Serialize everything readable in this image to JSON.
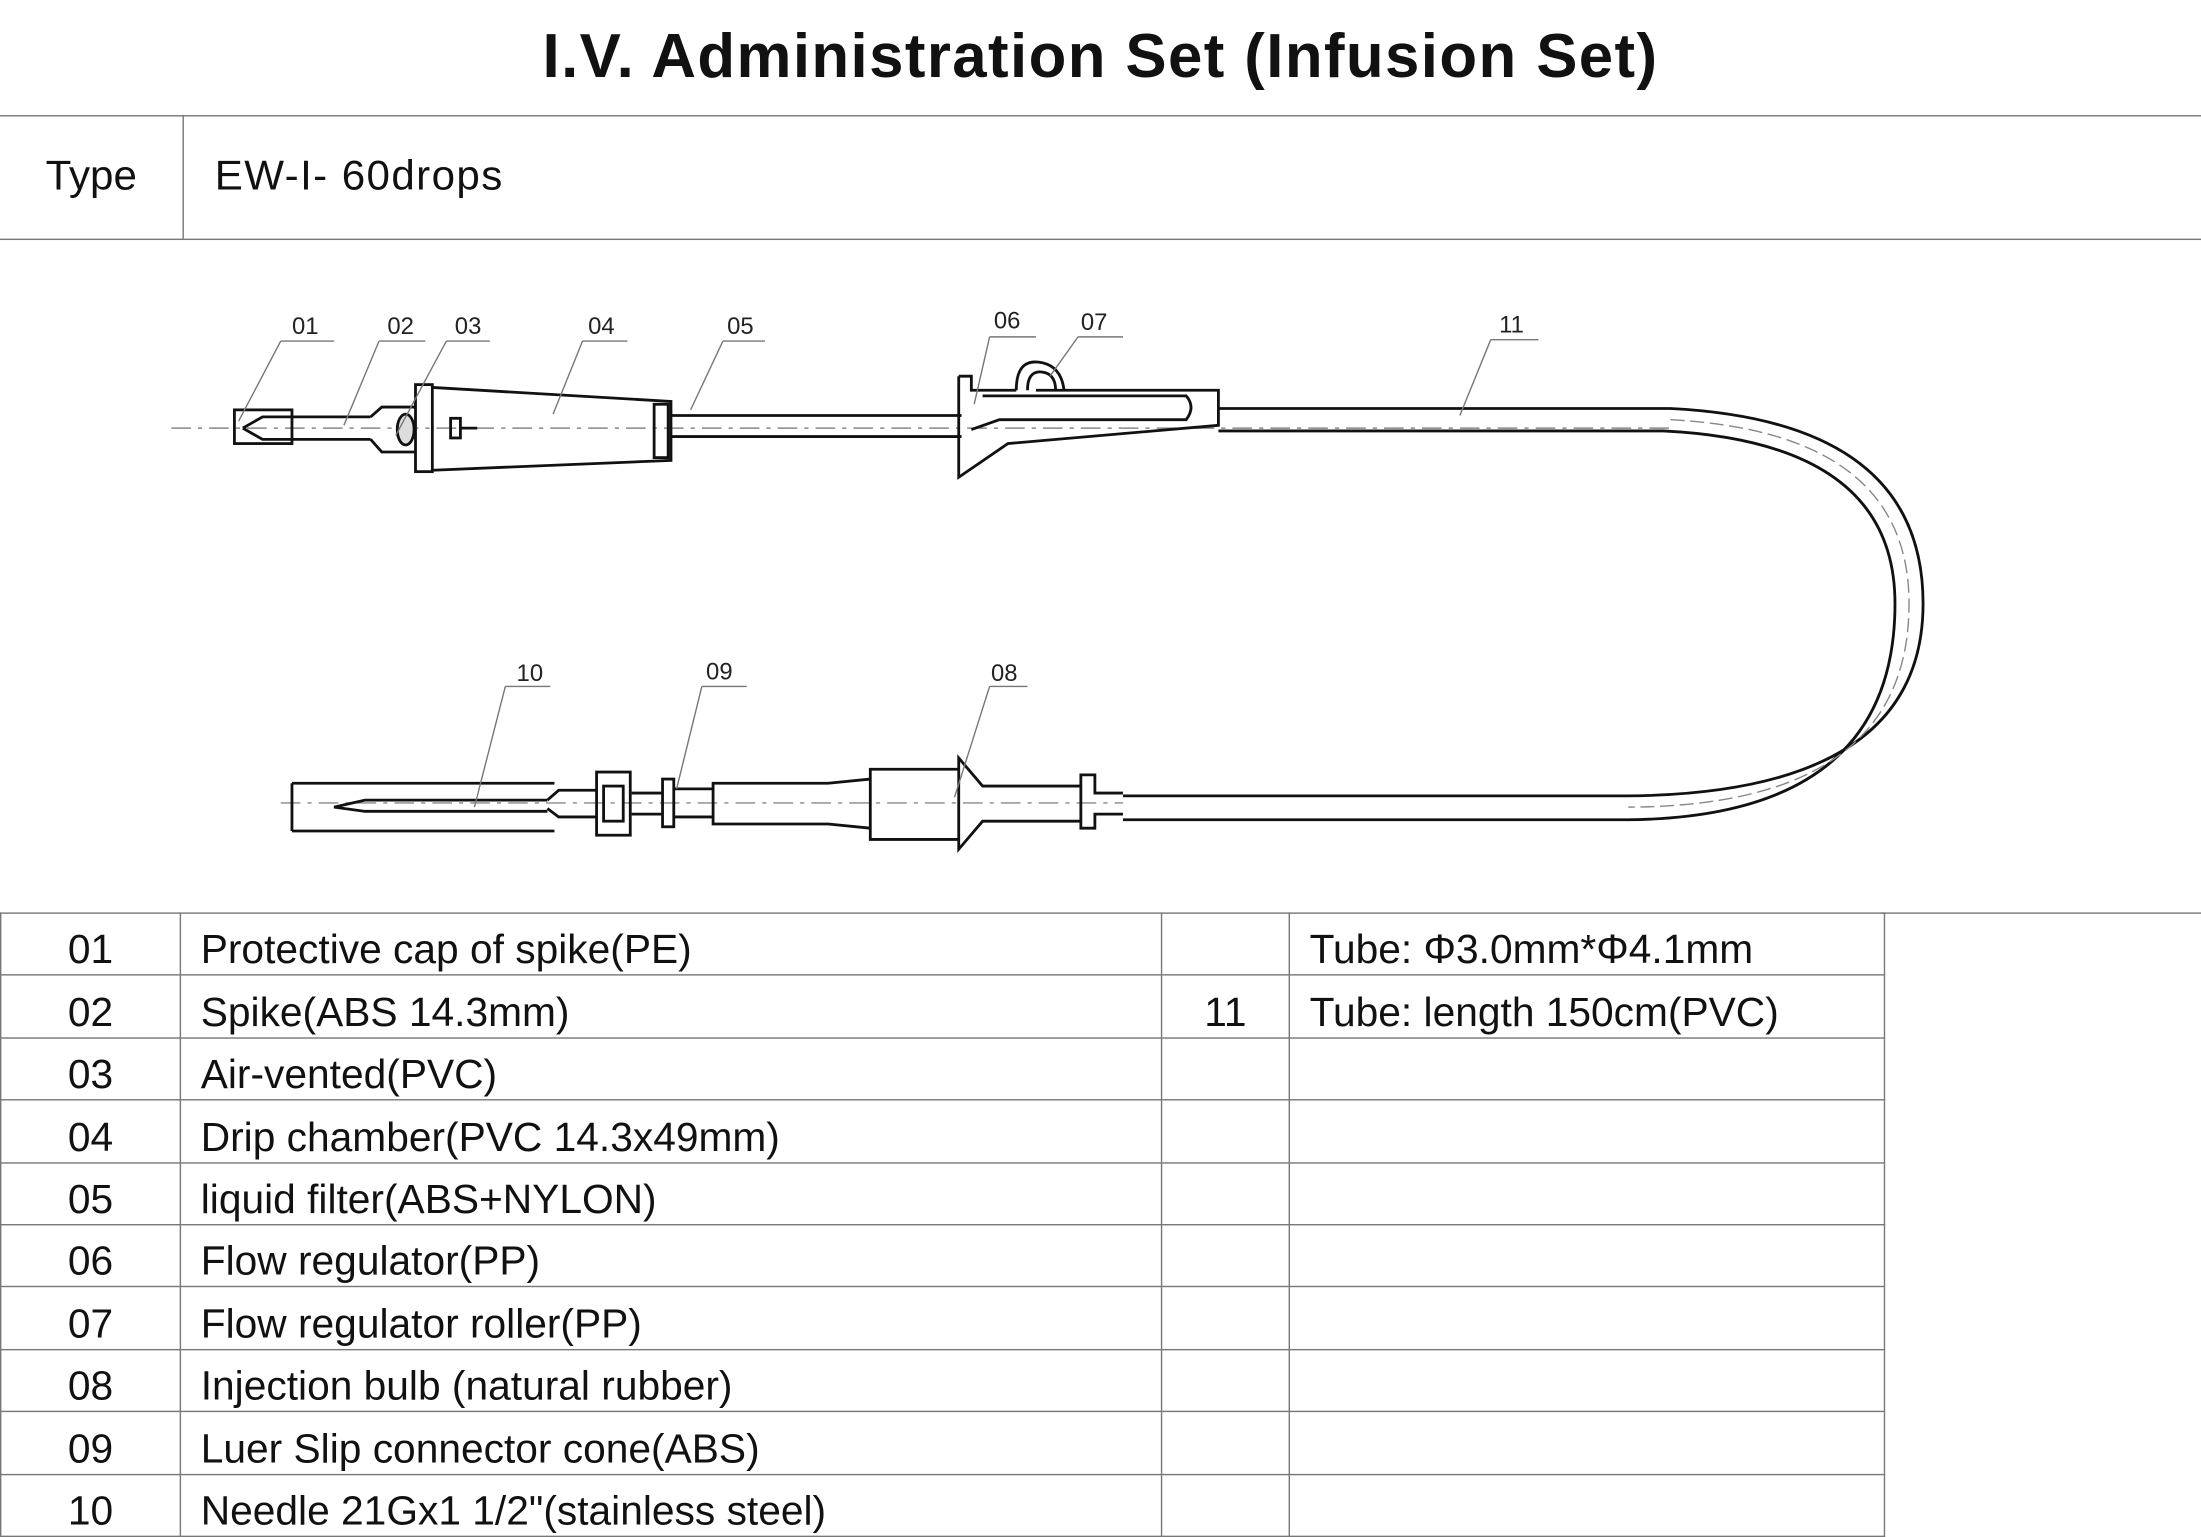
{
  "title": "I.V. Administration Set (Infusion Set)",
  "type": {
    "label": "Type",
    "value": "EW-I- 60drops"
  },
  "callouts": [
    "01",
    "02",
    "03",
    "04",
    "05",
    "06",
    "07",
    "08",
    "09",
    "10",
    "11"
  ],
  "parts": [
    {
      "no": "01",
      "name": "Protective cap of spike(PE)"
    },
    {
      "no": "02",
      "name": "Spike(ABS 14.3mm)"
    },
    {
      "no": "03",
      "name": "Air-vented(PVC)"
    },
    {
      "no": "04",
      "name": "Drip chamber(PVC 14.3x49mm)"
    },
    {
      "no": "05",
      "name": "liquid filter(ABS+NYLON)"
    },
    {
      "no": "06",
      "name": "Flow regulator(PP)"
    },
    {
      "no": "07",
      "name": "Flow regulator roller(PP)"
    },
    {
      "no": "08",
      "name": "Injection bulb (natural rubber)"
    },
    {
      "no": "09",
      "name": "Luer Slip connector cone(ABS)"
    },
    {
      "no": "10",
      "name": "Needle 21Gx1 1/2\"(stainless steel)"
    }
  ],
  "tube": {
    "no": "11",
    "spec1": "Tube: Φ3.0mm*Φ4.1mm",
    "spec2": "Tube: length 150cm(PVC)"
  }
}
